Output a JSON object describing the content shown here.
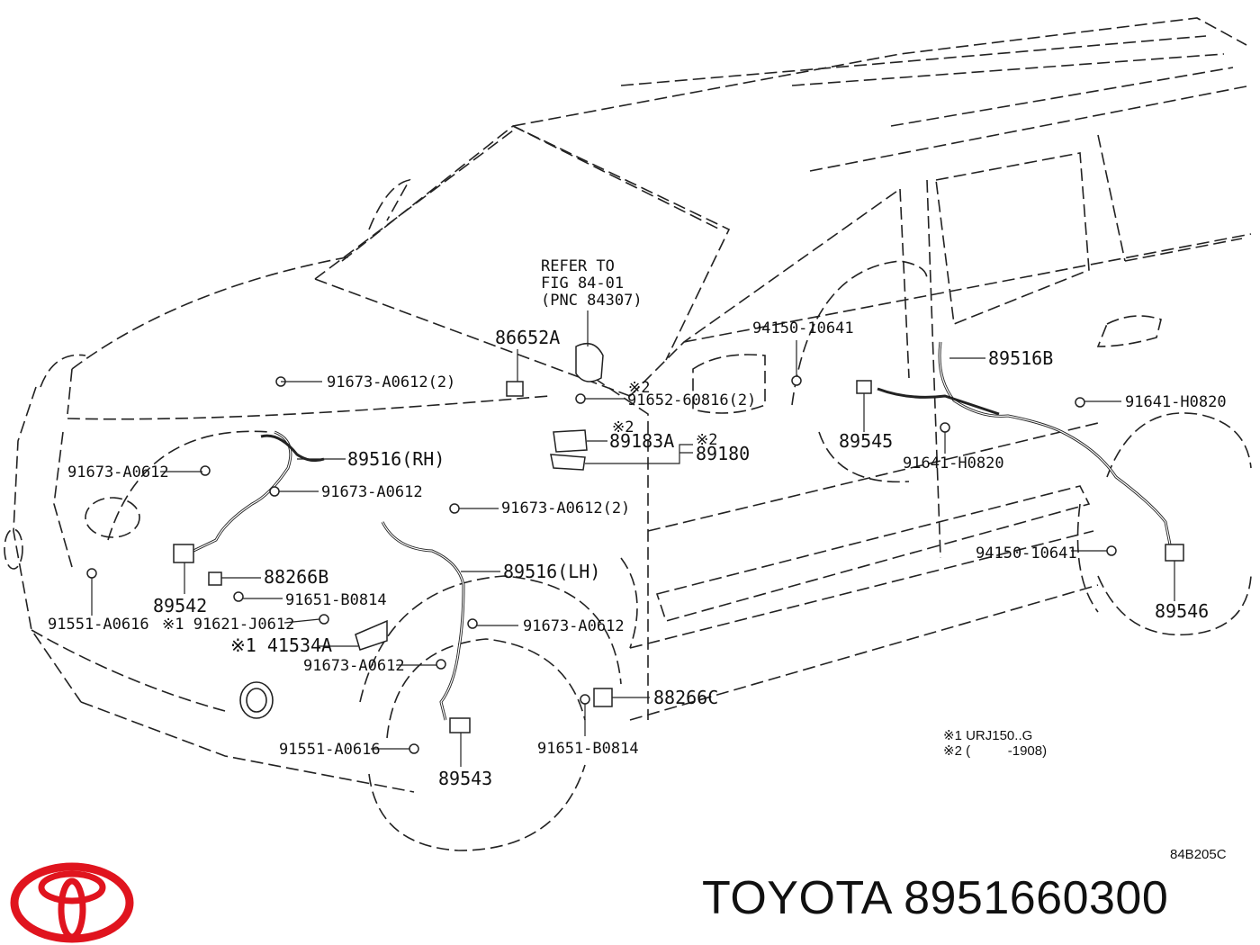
{
  "diagram": {
    "refer_note": [
      "REFER TO",
      "FIG 84-01",
      "(PNC 84307)"
    ],
    "labels": [
      {
        "id": "l1",
        "text": "86652A"
      },
      {
        "id": "l2",
        "text": "91673-A0612(2)"
      },
      {
        "id": "l3",
        "text": "※2"
      },
      {
        "id": "l4",
        "text": "91652-60816(2)"
      },
      {
        "id": "l5",
        "text": "※2"
      },
      {
        "id": "l6",
        "text": "89183A"
      },
      {
        "id": "l7",
        "text": "※2"
      },
      {
        "id": "l8",
        "text": "89180"
      },
      {
        "id": "l9",
        "text": "89516(RH)"
      },
      {
        "id": "l10",
        "text": "91673-A0612"
      },
      {
        "id": "l11",
        "text": "91673-A0612"
      },
      {
        "id": "l12",
        "text": "91673-A0612(2)"
      },
      {
        "id": "l13",
        "text": "89516(LH)"
      },
      {
        "id": "l14",
        "text": "88266B"
      },
      {
        "id": "l15",
        "text": "89542"
      },
      {
        "id": "l16",
        "text": "91651-B0814"
      },
      {
        "id": "l17",
        "text": "91551-A0616"
      },
      {
        "id": "l18",
        "text": "※1 91621-J0612"
      },
      {
        "id": "l19",
        "text": "※1 41534A"
      },
      {
        "id": "l20",
        "text": "91673-A0612"
      },
      {
        "id": "l21",
        "text": "91673-A0612"
      },
      {
        "id": "l22",
        "text": "88266C"
      },
      {
        "id": "l23",
        "text": "91551-A0616"
      },
      {
        "id": "l24",
        "text": "91651-B0814"
      },
      {
        "id": "l25",
        "text": "89543"
      },
      {
        "id": "l26",
        "text": "94150-10641"
      },
      {
        "id": "l27",
        "text": "89516B"
      },
      {
        "id": "l28",
        "text": "91641-H0820"
      },
      {
        "id": "l29",
        "text": "89545"
      },
      {
        "id": "l30",
        "text": "91641-H0820"
      },
      {
        "id": "l31",
        "text": "94150-10641"
      },
      {
        "id": "l32",
        "text": "89546"
      }
    ],
    "notes": [
      "※1 URJ150..G",
      "※2 (          -1908)"
    ],
    "figure_code": "84B205C"
  },
  "brand": {
    "text": "TOYOTA 8951660300",
    "logo_color": "#e0141e"
  }
}
